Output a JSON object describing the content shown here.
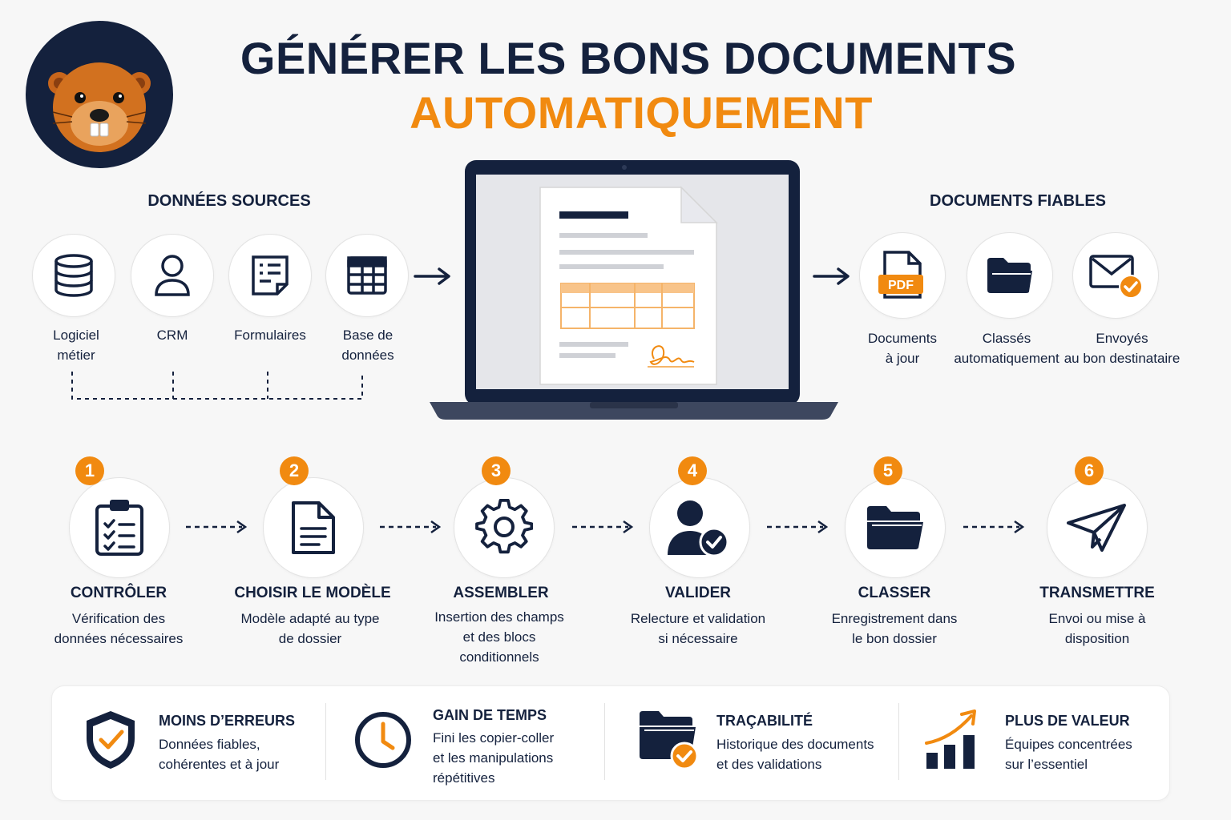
{
  "header": {
    "title_line1": "GÉNÉRER LES BONS DOCUMENTS",
    "title_line2": "AUTOMATIQUEMENT",
    "logo": "beaver-mascot"
  },
  "sources": {
    "heading": "DONNÉES SOURCES",
    "items": [
      {
        "label": "Logiciel\nmétier",
        "icon": "database-icon"
      },
      {
        "label": "CRM",
        "icon": "user-icon"
      },
      {
        "label": "Formulaires",
        "icon": "form-icon"
      },
      {
        "label": "Base de\ndonnées",
        "icon": "table-icon"
      }
    ]
  },
  "outputs": {
    "heading": "DOCUMENTS FIABLES",
    "pdf_tag": "PDF",
    "items": [
      {
        "label": "Documents\nà jour",
        "icon": "pdf-file-icon"
      },
      {
        "label": "Classés\nautomatiquement",
        "icon": "folder-icon"
      },
      {
        "label": "Envoyés\nau bon destinataire",
        "icon": "mail-check-icon"
      }
    ]
  },
  "steps": [
    {
      "num": "1",
      "title": "CONTRÔLER",
      "desc": "Vérification des\ndonnées nécessaires",
      "icon": "clipboard-check-icon"
    },
    {
      "num": "2",
      "title": "CHOISIR LE MODÈLE",
      "desc": "Modèle adapté au type\nde dossier",
      "icon": "document-icon"
    },
    {
      "num": "3",
      "title": "ASSEMBLER",
      "desc": "Insertion des champs\net des blocs\nconditionnels",
      "icon": "gear-icon"
    },
    {
      "num": "4",
      "title": "VALIDER",
      "desc": "Relecture et validation\nsi nécessaire",
      "icon": "user-check-icon"
    },
    {
      "num": "5",
      "title": "CLASSER",
      "desc": "Enregistrement dans\nle bon dossier",
      "icon": "folder-icon"
    },
    {
      "num": "6",
      "title": "TRANSMETTRE",
      "desc": "Envoi ou mise à\ndisposition",
      "icon": "paper-plane-icon"
    }
  ],
  "benefits": [
    {
      "title": "MOINS D’ERREURS",
      "desc": "Données fiables,\ncohérentes et à jour",
      "icon": "shield-check-icon"
    },
    {
      "title": "GAIN DE TEMPS",
      "desc": "Fini les copier-coller\net les manipulations\nrépétitives",
      "icon": "clock-icon"
    },
    {
      "title": "TRAÇABILITÉ",
      "desc": "Historique des documents\net des validations",
      "icon": "folder-check-icon"
    },
    {
      "title": "PLUS DE VALEUR",
      "desc": "Équipes concentrées\nsur l’essentiel",
      "icon": "growth-chart-icon"
    }
  ],
  "colors": {
    "navy": "#14213d",
    "accent": "#f18a10",
    "background": "#f7f7f7"
  }
}
